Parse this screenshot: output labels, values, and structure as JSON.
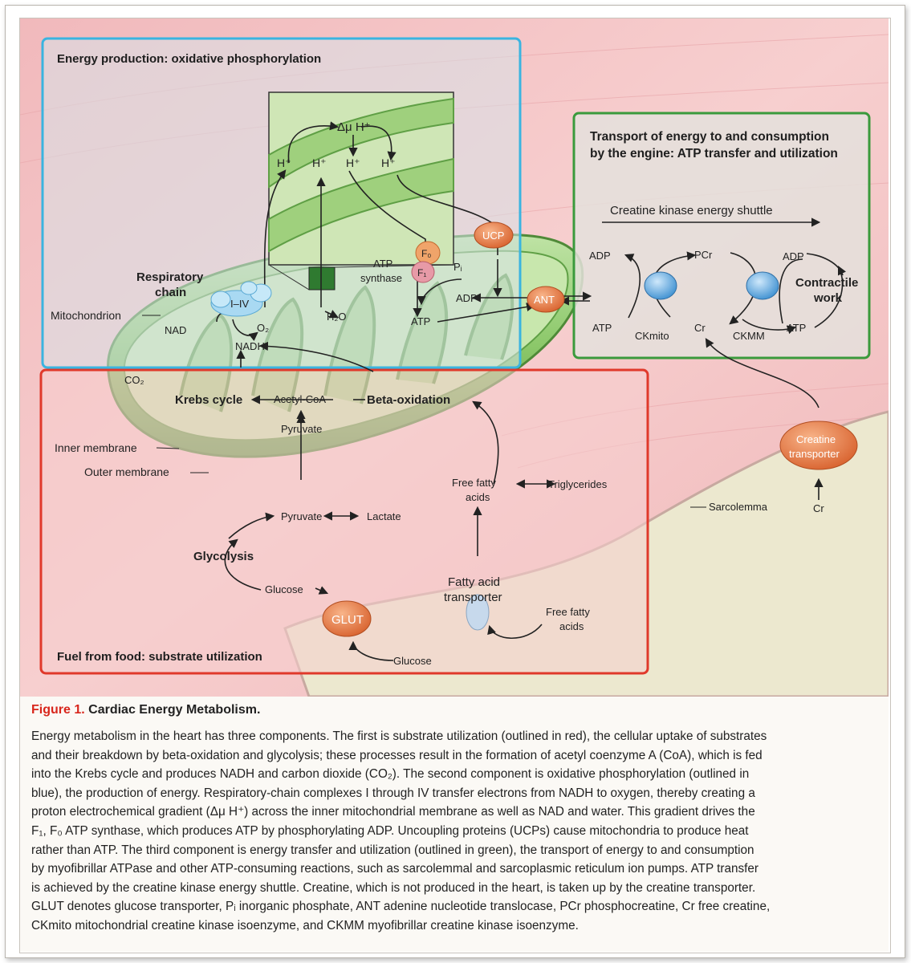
{
  "panels": {
    "oxphos_title": "Energy production: oxidative phosphorylation",
    "transport_title_line1": "Transport of energy to and consumption",
    "transport_title_line2": "by the engine: ATP transfer and utilization",
    "fuel_title": "Fuel from food: substrate utilization"
  },
  "labels": {
    "delta_mu_h": "Δμ H⁺",
    "h_plus": "H⁺",
    "respiratory_chain_line1": "Respiratory",
    "respiratory_chain_line2": "chain",
    "complex": "I–IV",
    "mitochondrion": "Mitochondrion",
    "nad": "NAD",
    "o2": "O₂",
    "h2o": "H₂O",
    "nadh": "NADH",
    "atp_synthase_line1": "ATP",
    "atp_synthase_line2": "synthase",
    "f0": "F₀",
    "f1": "F₁",
    "pi": "Pᵢ",
    "adp": "ADP",
    "atp": "ATP",
    "ucp": "UCP",
    "ant": "ANT",
    "co2": "CO₂",
    "krebs": "Krebs cycle",
    "acetyl_coa": "Acetyl-CoA",
    "beta_ox": "Beta-oxidation",
    "pyruvate": "Pyruvate",
    "inner_membrane": "Inner membrane",
    "outer_membrane": "Outer membrane",
    "lactate": "Lactate",
    "glycolysis": "Glycolysis",
    "glucose": "Glucose",
    "glut": "GLUT",
    "free_fatty_acids_line1": "Free fatty",
    "free_fatty_acids_line2": "acids",
    "triglycerides": "Triglycerides",
    "fa_transporter_line1": "Fatty acid",
    "fa_transporter_line2": "transporter",
    "ck_shuttle": "Creatine kinase energy shuttle",
    "pcr": "PCr",
    "cr": "Cr",
    "ck_mito": "CKmito",
    "ck_mm": "CKMM",
    "contractile_line1": "Contractile",
    "contractile_line2": "work",
    "creatine_transporter_line1": "Creatine",
    "creatine_transporter_line2": "transporter",
    "sarcolemma": "Sarcolemma"
  },
  "caption": {
    "figure_label": "Figure 1.",
    "title": "Cardiac Energy Metabolism.",
    "lines": [
      "Energy metabolism in the heart has three components. The first is substrate utilization (outlined in red), the cellular uptake of substrates",
      "and their breakdown by beta-oxidation and glycolysis; these processes result in the formation of acetyl coenzyme A (CoA), which is fed",
      "into the Krebs cycle and produces NADH and carbon dioxide (CO₂). The second component is oxidative phosphorylation (outlined in",
      "blue), the production of energy. Respiratory-chain complexes I through IV transfer electrons from NADH to oxygen, thereby creating a",
      "proton electrochemical gradient (Δμ H⁺) across the inner mitochondrial membrane as well as NAD and water. This gradient drives the",
      "F₁, F₀ ATP synthase, which produces ATP by phosphorylating ADP. Uncoupling proteins (UCPs) cause mitochondria to produce heat",
      "rather than ATP. The third component is energy transfer and utilization (outlined in green), the transport of energy to and consumption",
      "by myofibrillar ATPase and other ATP-consuming reactions, such as sarcolemmal and sarcoplasmic reticulum ion pumps. ATP transfer",
      "is achieved by the creatine kinase energy shuttle. Creatine, which is not produced in the heart, is taken up by the creatine transporter.",
      "GLUT denotes glucose transporter, Pᵢ inorganic phosphate, ANT adenine nucleotide translocase, PCr phosphocreatine, Cr free creatine,",
      "CKmito mitochondrial creatine kinase isoenzyme, and CKMM myofibrillar creatine kinase isoenzyme."
    ]
  },
  "colors": {
    "oxphos_outline": "#3ab4e0",
    "transport_outline": "#3a9a3c",
    "fuel_outline": "#e0392b",
    "figure_label": "#d8261c",
    "mito_green": "#7dbf5a",
    "cell_pink": "#f4c6c6"
  }
}
